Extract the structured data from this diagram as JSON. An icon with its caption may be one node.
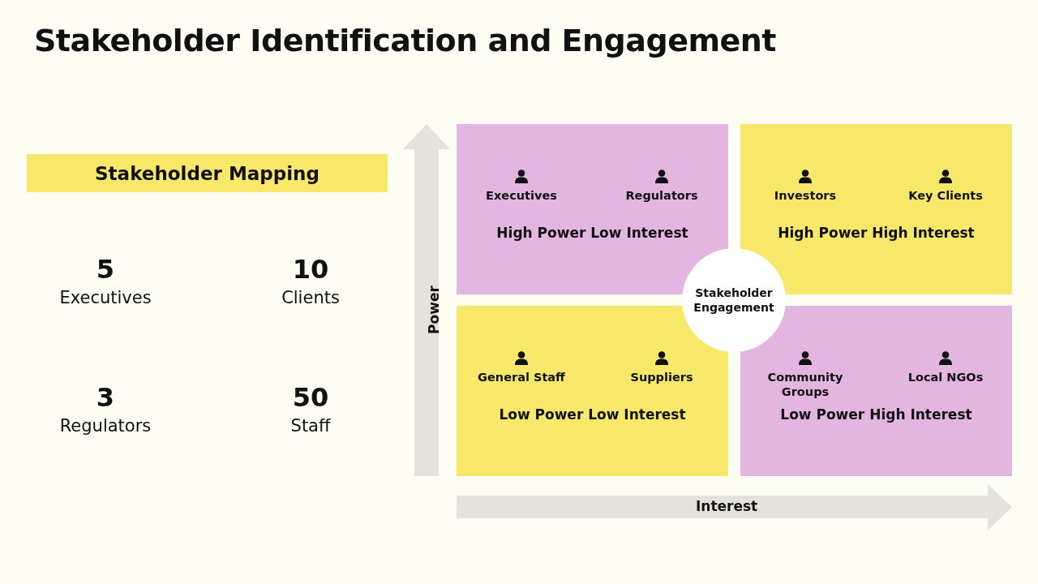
{
  "diagram": {
    "title": "Stakeholder Identification and Engagement",
    "nodes": [
      {
        "text": [
          "Stakeholder Mapping"
        ]
      },
      {
        "text": [
          "Executives",
          "Regulators",
          "High Power Low Interest"
        ]
      },
      {
        "text": [
          "Investors",
          "Key Clients",
          "High Power High Interest"
        ]
      },
      {
        "text": [
          "General Staff",
          "Suppliers",
          "Low Power Low Interest"
        ]
      },
      {
        "text": [
          "Community Groups",
          "Local NGOs",
          "Low Power High Interest"
        ]
      },
      {
        "text": [
          "Stakeholder Engagement"
        ]
      }
    ],
    "labels": [
      "5",
      "Executives",
      "10",
      "Clients",
      "3",
      "Regulators",
      "50",
      "Staff",
      "Power",
      "Interest"
    ]
  }
}
